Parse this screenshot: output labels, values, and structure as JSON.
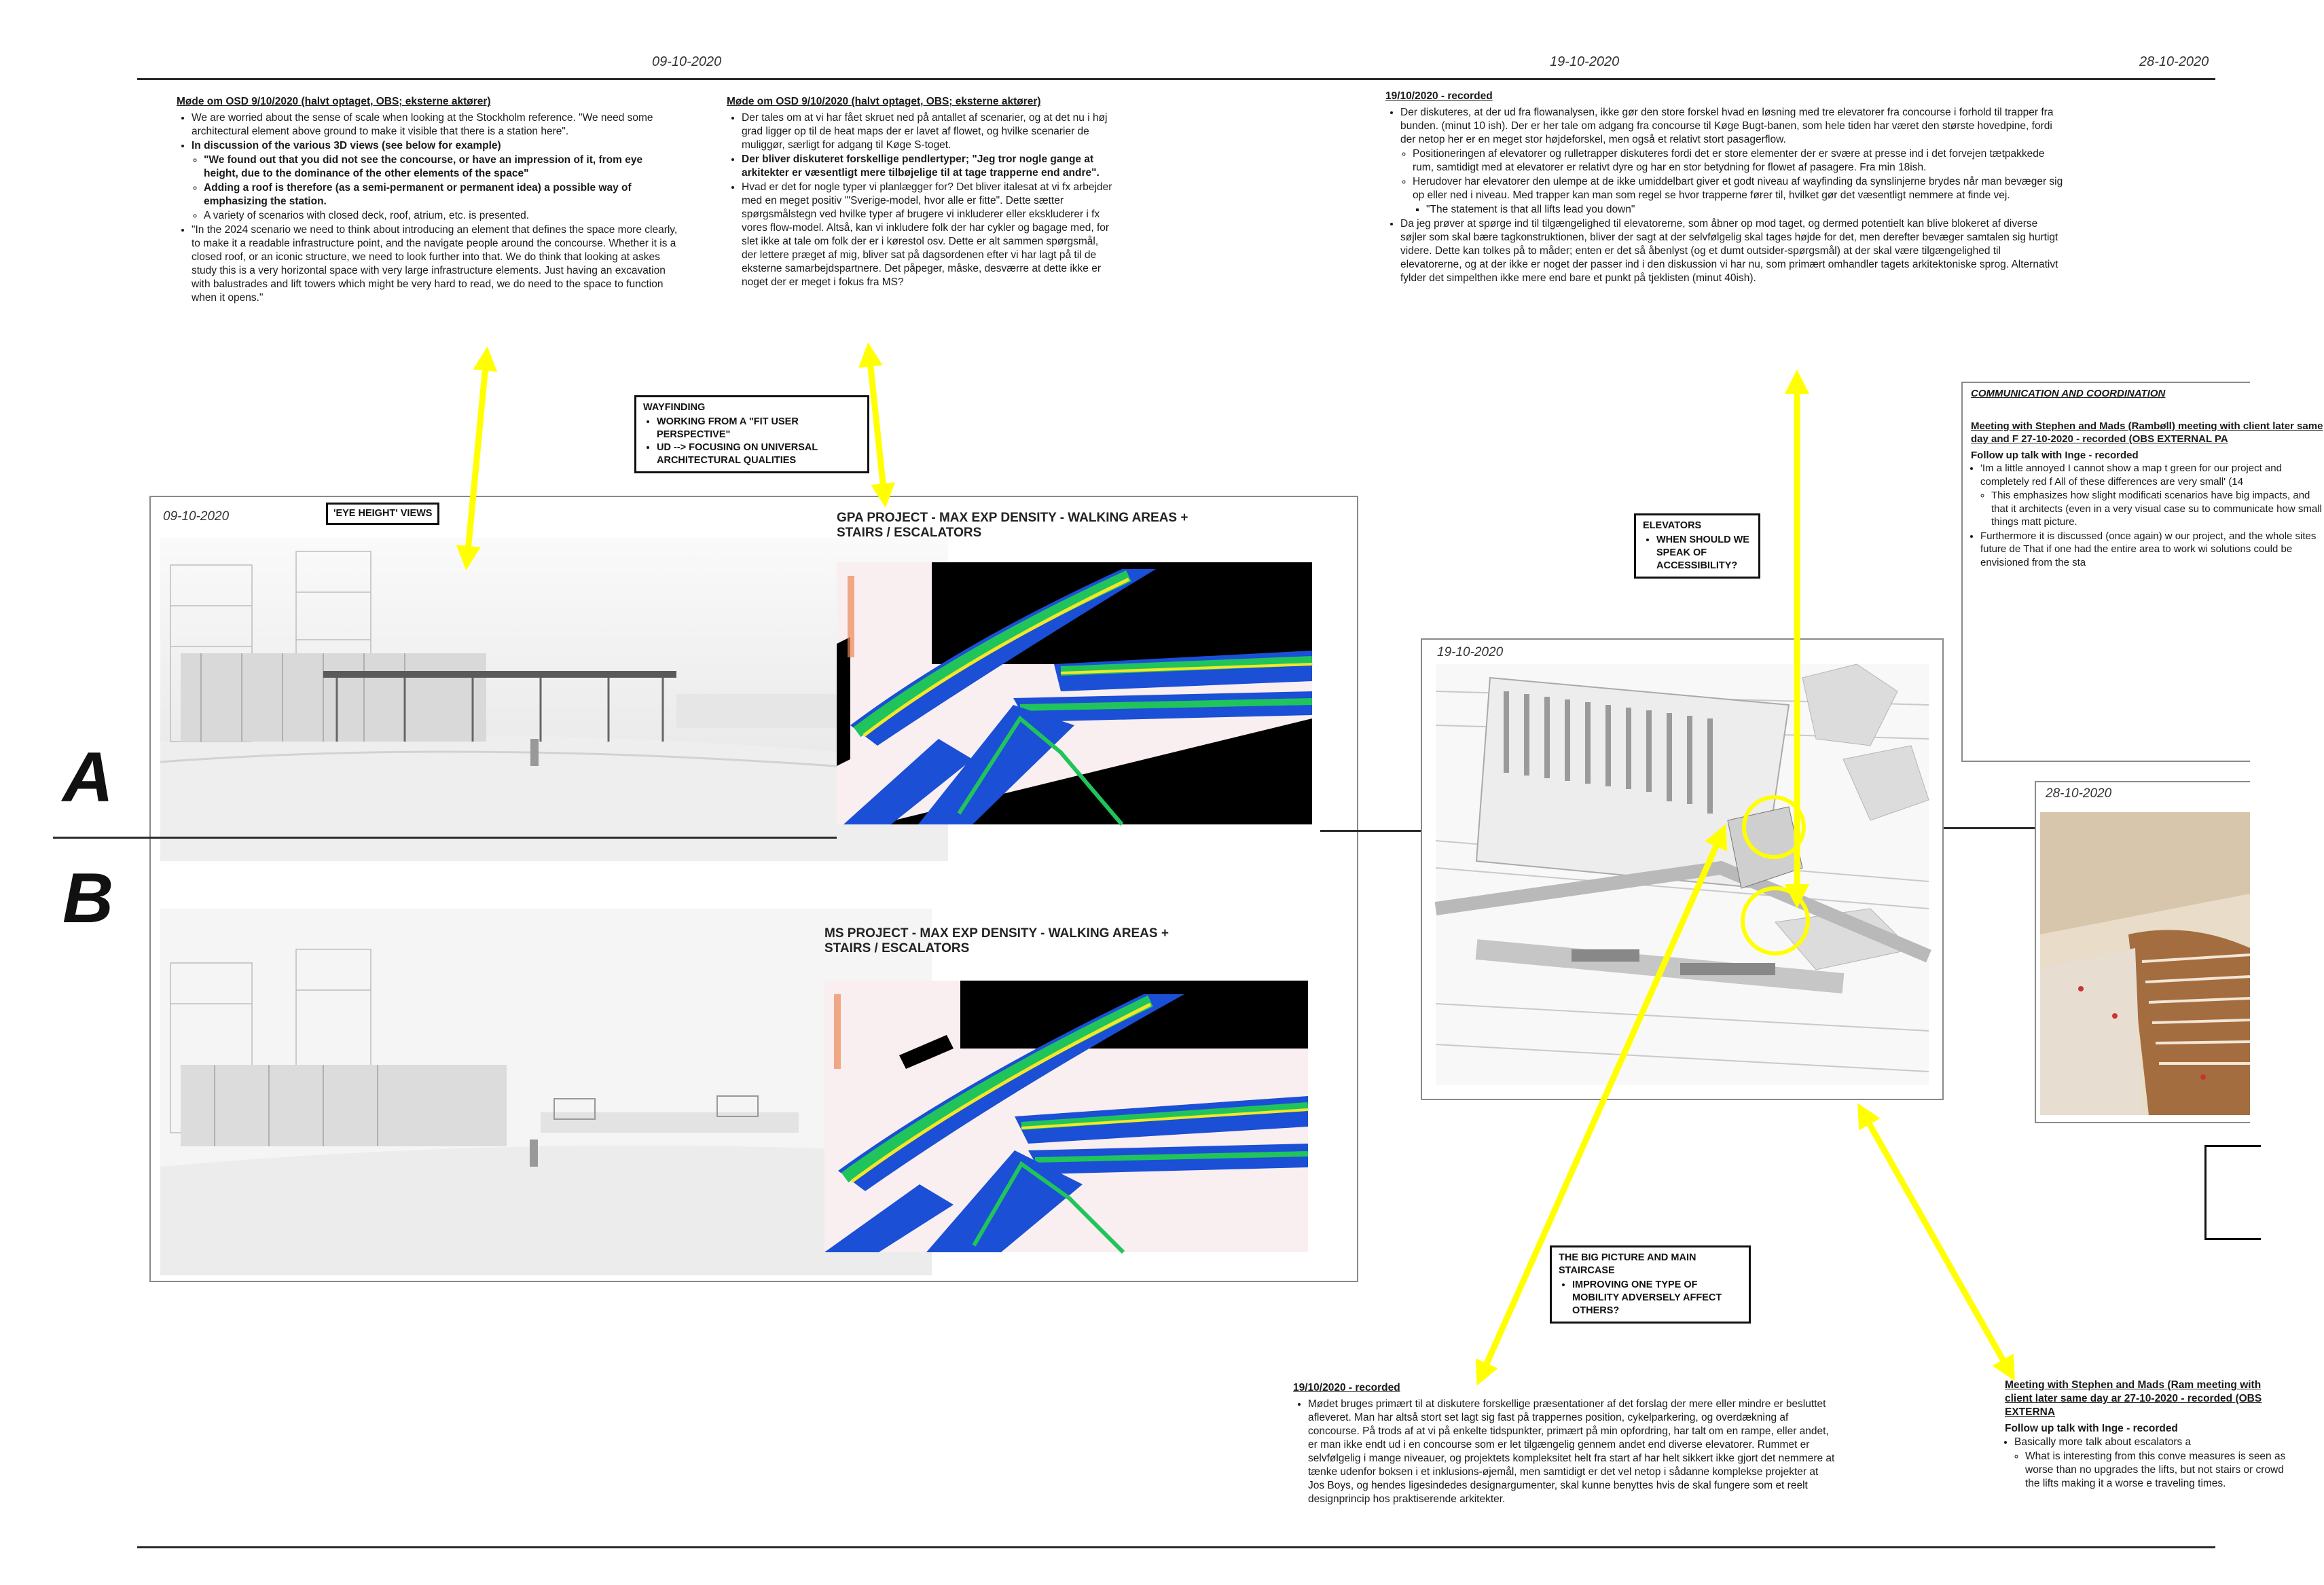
{
  "timeline": {
    "dates": [
      "09-10-2020",
      "19-10-2020",
      "28-10-2020"
    ]
  },
  "notes": {
    "osd_left": {
      "head": "Møde om OSD 9/10/2020 (halvt optaget, OBS; eksterne aktører)",
      "b1": "We are worried about the sense of scale when looking at the Stockholm reference. \"We need some architectural element above ground to make it visible that there is a station here\".",
      "b2": "In discussion of the various 3D views (see below for example)",
      "s1": "\"We found out that you did not see the concourse, or have an impression of it, from eye height, due to the dominance of the other elements of the space\"",
      "s2": "Adding a roof is therefore (as a semi-permanent or permanent idea) a possible way of emphasizing the station.",
      "s3": "A variety of scenarios with closed deck, roof, atrium, etc. is presented.",
      "b3": "\"In the 2024 scenario we need to think about introducing an element that defines the space more clearly, to make it a readable infrastructure point, and the navigate people around the concourse. Whether it is a closed roof, or an iconic structure, we need to look further into that. We do think that looking at askes study this is a very horizontal space with very large infrastructure elements. Just having an excavation with balustrades and lift towers which might be very hard to read, we do need to the space to function when it opens.\""
    },
    "osd_mid": {
      "head": "Møde om OSD 9/10/2020 (halvt optaget, OBS; eksterne aktører)",
      "b1": "Der tales om at vi har fået skruet ned på antallet af scenarier, og at det nu i høj grad ligger op til de heat maps der er lavet af flowet, og hvilke scenarier de muliggør, særligt for adgang til Køge S-toget.",
      "b2": "Der bliver diskuteret forskellige pendlertyper; \"Jeg tror nogle gange at arkitekter er væsentligt mere tilbøjelige til at tage trapperne end andre\".",
      "b3": "Hvad er det for nogle typer vi planlægger for? Det bliver italesat at vi fx arbejder med en meget positiv \"'Sverige-model, hvor alle er fitte\". Dette sætter spørgsmålstegn ved hvilke typer af brugere vi inkluderer eller ekskluderer i fx vores flow-model. Altså, kan vi inkludere folk der har cykler og bagage med, for slet ikke at tale om folk der er i kørestol osv. Dette er alt sammen spørgsmål, der lettere præget af mig, bliver sat på dagsordenen efter vi har lagt på til de eksterne samarbejdspartnere. Det påpeger, måske, desværre at dette ikke er noget der er meget i fokus fra MS?"
    },
    "top_right": {
      "head": "19/10/2020 - recorded",
      "b1": "Der diskuteres, at der ud fra flowanalysen, ikke gør den store forskel hvad en løsning med tre elevatorer fra concourse i forhold til trapper fra bunden. (minut 10 ish). Der er her tale om adgang fra concourse til Køge Bugt-banen, som hele tiden har været den største hovedpine, fordi der netop her er en meget stor højdeforskel, men også et relativt stort pasagerflow.",
      "s1": "Positioneringen af elevatorer og rulletrapper diskuteres fordi det er store elementer der er svære at presse ind i det forvejen tætpakkede rum, samtidigt med at elevatorer er relativt dyre og har en stor betydning for flowet af pasagere. Fra min 18ish.",
      "s2": "Herudover har elevatorer den ulempe at de ikke umiddelbart giver et godt niveau af wayfinding da synslinjerne brydes når man bevæger sig op eller ned i niveau. Med trapper kan man som regel se hvor trapperne fører til, hvilket gør det væsentligt nemmere at finde vej.",
      "s3": "\"The statement is that all lifts lead you down\"",
      "b2": "Da jeg prøver at spørge ind til tilgængelighed til elevatorerne, som åbner op mod taget, og dermed potentielt kan blive blokeret af diverse søjler som skal bære tagkonstruktionen, bliver der sagt at der selvfølgelig skal tages højde for det, men derefter bevæger samtalen sig hurtigt videre. Dette kan tolkes på to måder; enten er det så åbenlyst (og et dumt outsider-spørgsmål) at der skal være tilgængelighed til elevatorerne, og at der ikke er noget der passer ind i den diskussion vi har nu, som primært omhandler tagets arkitektoniske sprog. Alternativt fylder det simpelthen ikke mere end bare et punkt på tjeklisten (minut 40ish)."
    },
    "comm": {
      "title": "COMMUNICATION AND COORDINATION",
      "head": "Meeting with Stephen and Mads (Rambøll) meeting with client later same day and F 27-10-2020 - recorded (OBS EXTERNAL PA",
      "follow": "Follow up talk with Inge - recorded",
      "b1": "'Im a little annoyed I cannot show a map t green for our project and completely red f All of these differences are very small' (14",
      "s1": "This emphasizes how slight modificati scenarios have big impacts, and that it architects (even in a very visual case su to communicate how small things matt picture.",
      "b2": "Furthermore it is discussed (once again) w our project, and the whole sites future de That if one had the entire area to work wi solutions could be envisioned from the sta"
    },
    "bottom_mid": {
      "head": "19/10/2020 - recorded",
      "b1": "Mødet bruges primært til at diskutere forskellige præsentationer af det forslag der mere eller mindre er besluttet afleveret. Man har altså stort set lagt sig fast på trappernes position, cykelparkering, og overdækning af concourse. På trods af at vi på enkelte tidspunkter, primært på min opfordring, har talt om en rampe, eller andet, er man ikke endt ud i en concourse som er let tilgængelig gennem andet end diverse elevatorer. Rummet er selvfølgelig i mange niveauer, og projektets kompleksitet helt fra start af har helt sikkert ikke gjort det nemmere at tænke udenfor boksen i et inklusions-øjemål, men samtidigt er det vel netop i sådanne komplekse projekter at Jos Boys, og hendes ligesindedes designargumenter, skal kunne benyttes hvis de skal fungere som et reelt designprincip hos praktiserende arkitekter."
    },
    "bottom_right": {
      "head": "Meeting with Stephen and Mads (Ram meeting with client later same day ar 27-10-2020 - recorded (OBS EXTERNA",
      "follow": "Follow up talk with Inge - recorded",
      "b1": "Basically more talk about escalators a",
      "s1": "What is interesting from this conve measures is seen as worse than no upgrades the lifts, but not stairs or crowd the lifts making it a worse e traveling times."
    }
  },
  "labels": {
    "wayfinding": {
      "title": "WAYFINDING",
      "i1": "WORKING FROM A \"FIT USER PERSPECTIVE\"",
      "i2": "UD --> FOCUSING ON UNIVERSAL ARCHITECTURAL QUALITIES"
    },
    "eye_height": "'EYE HEIGHT' VIEWS",
    "elevators": {
      "title": "ELEVATORS",
      "i1": "WHEN SHOULD WE SPEAK OF ACCESSIBILITY?"
    },
    "big_picture": {
      "title": "THE BIG PICTURE AND MAIN STAIRCASE",
      "i1": "IMPROVING ONE TYPE OF MOBILITY ADVERSELY AFFECT OTHERS?"
    }
  },
  "panels": {
    "left_date": "09-10-2020",
    "map_date": "19-10-2020",
    "photo_date": "28-10-2020",
    "gpa_title": "GPA PROJECT - MAX EXP DENSITY - WALKING AREAS + STAIRS / ESCALATORS",
    "ms_title": "MS PROJECT - MAX EXP DENSITY - WALKING AREAS + STAIRS / ESCALATORS"
  },
  "scenario": {
    "a": "A",
    "b": "B"
  },
  "colors": {
    "arrow": "#ffff00",
    "heat_low": "#1a4fd6",
    "heat_mid": "#21c45a",
    "heat_high": "#f5e62a"
  }
}
